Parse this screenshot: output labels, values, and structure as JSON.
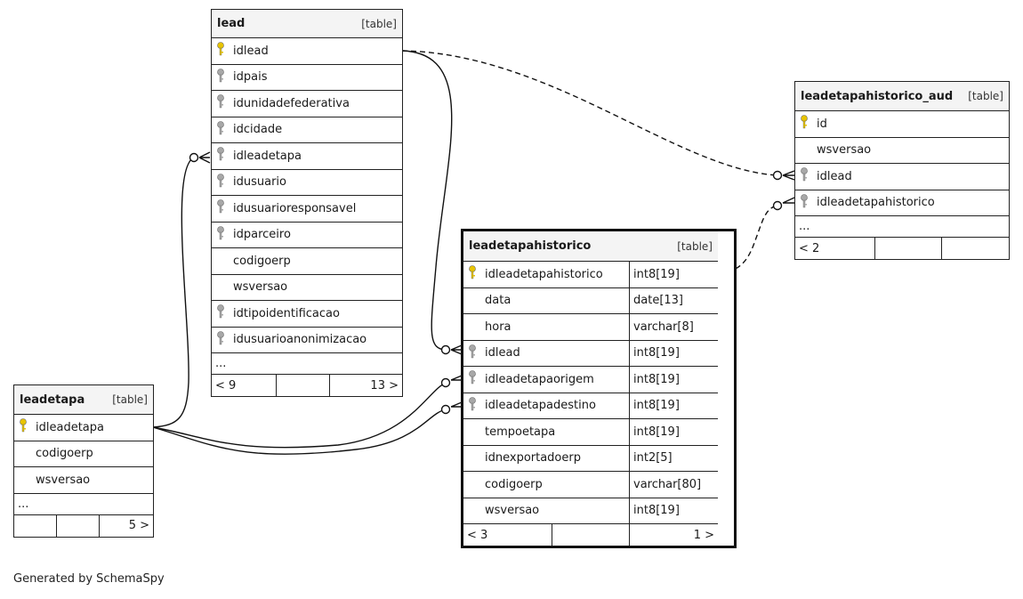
{
  "tables": {
    "lead": {
      "name": "lead",
      "kind": "[table]",
      "columns": [
        {
          "name": "idlead",
          "key": "primary"
        },
        {
          "name": "idpais",
          "key": "foreign"
        },
        {
          "name": "idunidadefederativa",
          "key": "foreign"
        },
        {
          "name": "idcidade",
          "key": "foreign"
        },
        {
          "name": "idleadetapa",
          "key": "foreign"
        },
        {
          "name": "idusuario",
          "key": "foreign"
        },
        {
          "name": "idusuarioresponsavel",
          "key": "foreign"
        },
        {
          "name": "idparceiro",
          "key": "foreign"
        },
        {
          "name": "codigoerp",
          "key": ""
        },
        {
          "name": "wsversao",
          "key": ""
        },
        {
          "name": "idtipoidentificacao",
          "key": "foreign"
        },
        {
          "name": "idusuarioanonimizacao",
          "key": "foreign"
        }
      ],
      "more": "...",
      "footer": {
        "left": "< 9",
        "mid": "",
        "right": "13 >"
      }
    },
    "leadetapa": {
      "name": "leadetapa",
      "kind": "[table]",
      "columns": [
        {
          "name": "idleadetapa",
          "key": "primary"
        },
        {
          "name": "codigoerp",
          "key": ""
        },
        {
          "name": "wsversao",
          "key": ""
        }
      ],
      "more": "...",
      "footer": {
        "left": "",
        "mid": "",
        "right": "5 >"
      }
    },
    "leadetapahistorico": {
      "name": "leadetapahistorico",
      "kind": "[table]",
      "columns": [
        {
          "name": "idleadetapahistorico",
          "type": "int8[19]",
          "key": "primary"
        },
        {
          "name": "data",
          "type": "date[13]",
          "key": ""
        },
        {
          "name": "hora",
          "type": "varchar[8]",
          "key": ""
        },
        {
          "name": "idlead",
          "type": "int8[19]",
          "key": "foreign"
        },
        {
          "name": "idleadetapaorigem",
          "type": "int8[19]",
          "key": "foreign"
        },
        {
          "name": "idleadetapadestino",
          "type": "int8[19]",
          "key": "foreign"
        },
        {
          "name": "tempoetapa",
          "type": "int8[19]",
          "key": ""
        },
        {
          "name": "idnexportadoerp",
          "type": "int2[5]",
          "key": ""
        },
        {
          "name": "codigoerp",
          "type": "varchar[80]",
          "key": ""
        },
        {
          "name": "wsversao",
          "type": "int8[19]",
          "key": ""
        }
      ],
      "footer": {
        "left": "< 3",
        "mid": "",
        "right": "1 >"
      }
    },
    "leadetapahistorico_aud": {
      "name": "leadetapahistorico_aud",
      "kind": "[table]",
      "columns": [
        {
          "name": "id",
          "key": "primary"
        },
        {
          "name": "wsversao",
          "key": ""
        },
        {
          "name": "idlead",
          "key": "foreign"
        },
        {
          "name": "idleadetapahistorico",
          "key": "foreign"
        }
      ],
      "more": "...",
      "footer": {
        "left": "< 2",
        "mid": "",
        "right": ""
      }
    }
  },
  "colors": {
    "primary_key": "#e8c400",
    "foreign_key": "#a8a8a8",
    "border": "#222222",
    "header_bg": "#f4f4f4"
  },
  "credit": "Generated by SchemaSpy"
}
